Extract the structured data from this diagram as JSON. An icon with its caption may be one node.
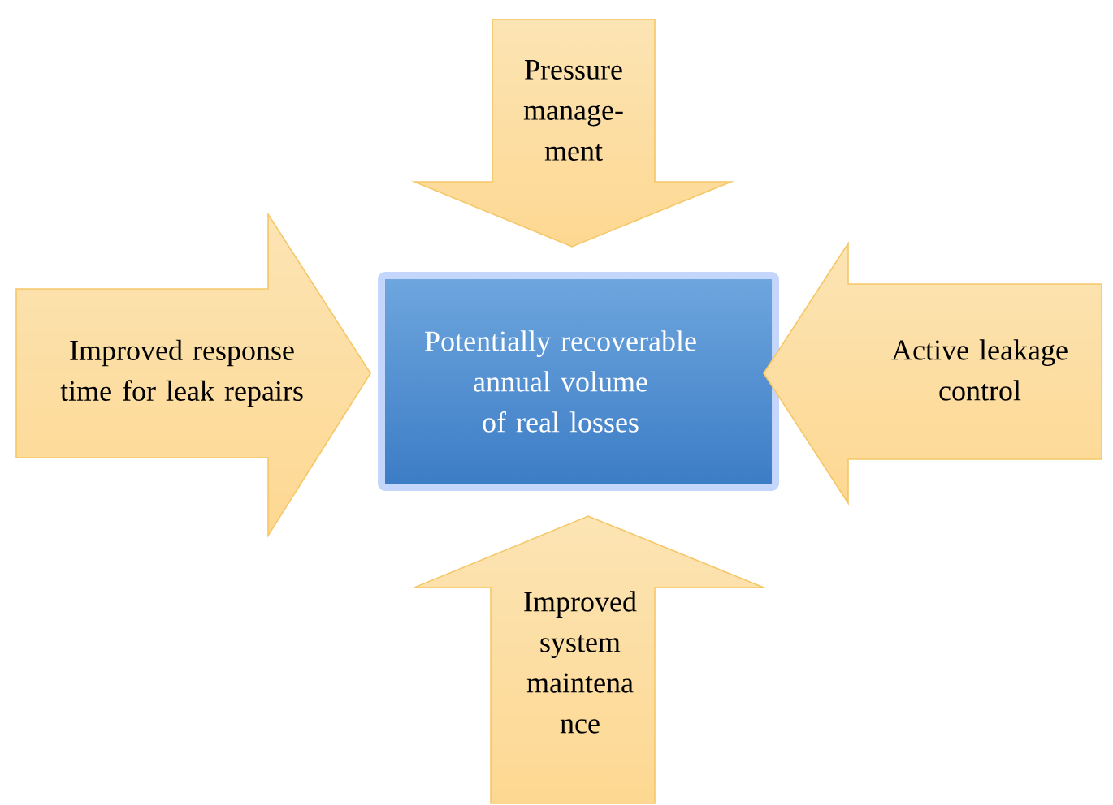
{
  "diagram": {
    "nodes": [
      {
        "text": [
          "Pressure manage- ment"
        ]
      },
      {
        "text": [
          "Improved response time for leak repairs"
        ]
      },
      {
        "text": [
          "Potentially recoverable annual volume of real losses"
        ]
      },
      {
        "text": [
          "Active leakage control"
        ]
      },
      {
        "text": [
          "Improved system maintena nce"
        ]
      }
    ],
    "edges": []
  }
}
